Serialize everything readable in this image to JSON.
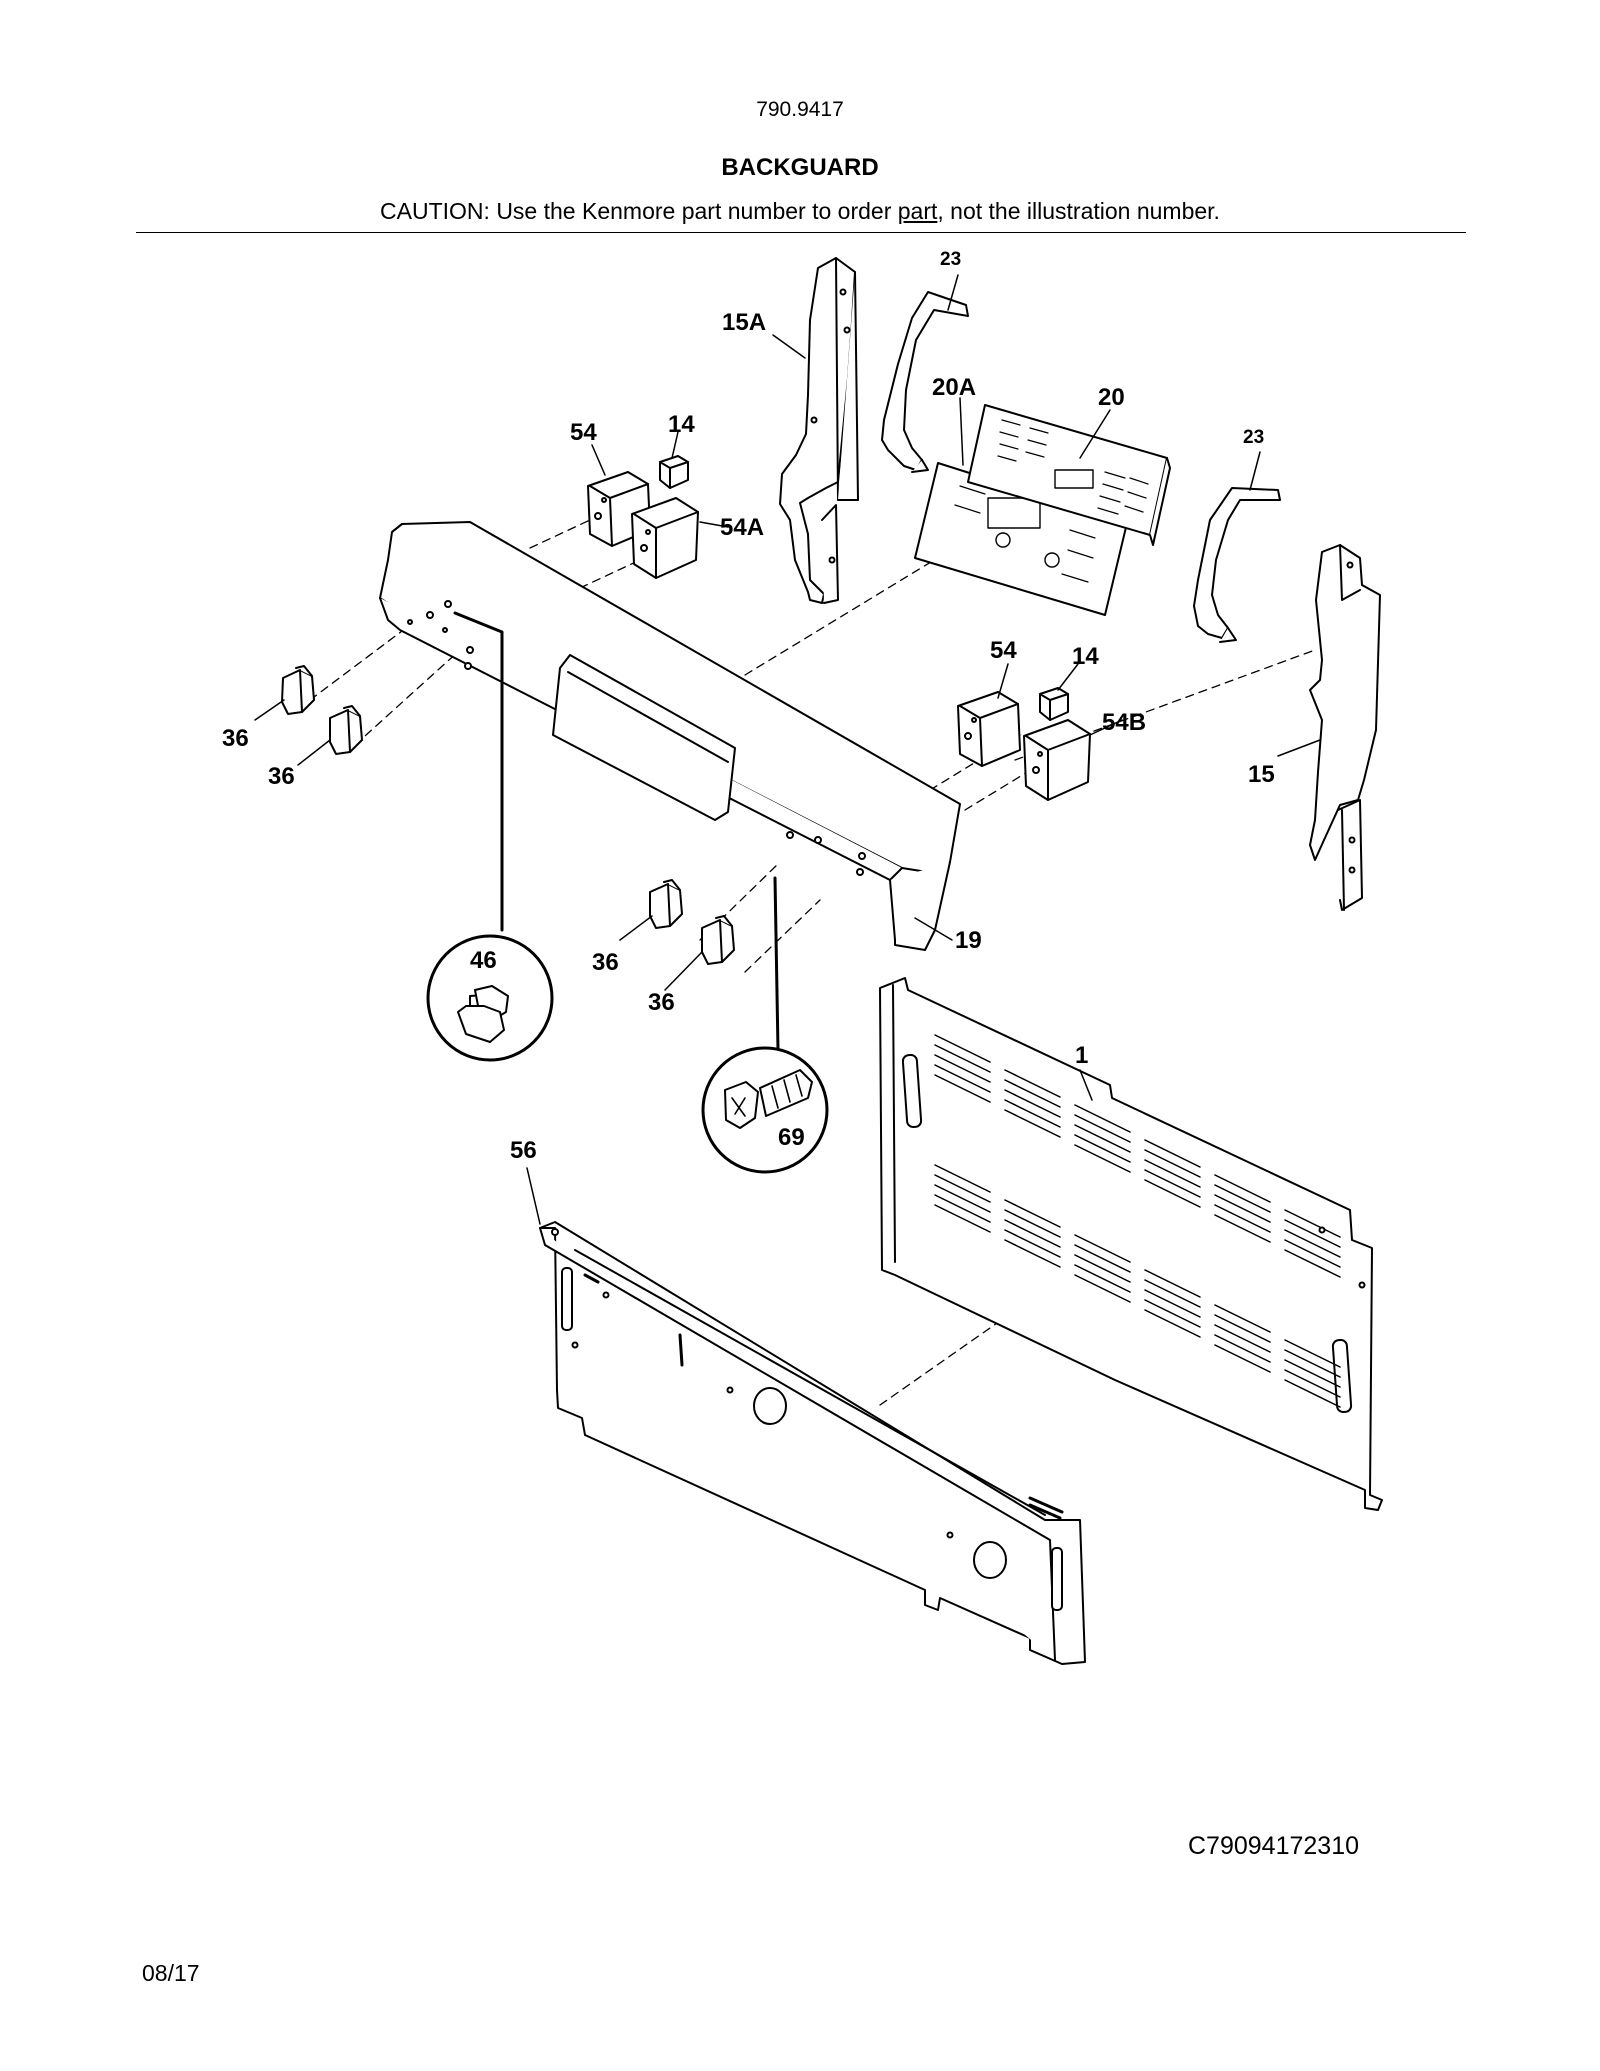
{
  "header": {
    "model_number": "790.9417",
    "section_title": "BACKGUARD",
    "caution_prefix": "CAUTION: Use the Kenmore part number to order ",
    "caution_link": "part",
    "caution_suffix": ", not the illustration number."
  },
  "callouts": {
    "c23a": "23",
    "c15a": "15A",
    "c20a": "20A",
    "c20": "20",
    "c23b": "23",
    "c54a": "54",
    "c14a": "14",
    "c54A": "54A",
    "c54b": "54",
    "c14b": "14",
    "c54B": "54B",
    "c15": "15",
    "c36a": "36",
    "c36b": "36",
    "c36c": "36",
    "c36d": "36",
    "c19": "19",
    "c46": "46",
    "c69": "69",
    "c1": "1",
    "c56": "56"
  },
  "footer": {
    "diagram_code": "C79094172310",
    "date": "08/17"
  }
}
